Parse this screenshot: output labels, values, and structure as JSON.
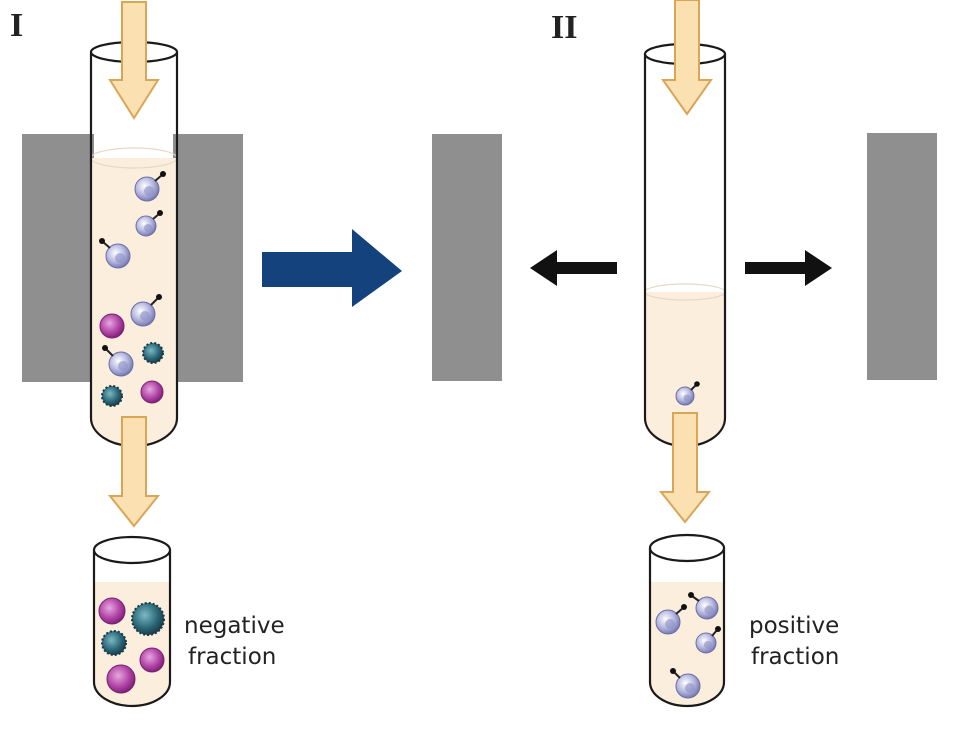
{
  "steps": {
    "step1": "I",
    "step2": "II"
  },
  "labels": {
    "negative_line1": "negative",
    "negative_line2": "fraction",
    "positive_line1": "positive",
    "positive_line2": "fraction"
  },
  "colors": {
    "magnet": "#8f8f8f",
    "liquid": "#fbeedd",
    "flow_arrow_fill": "#fbe0b2",
    "flow_arrow_stroke": "#d9a657",
    "process_arrow": "#13427d",
    "field_arrow": "#111111",
    "labeled_cell": "#a9acd6",
    "unlabeled_cell_magenta": "#b246a7",
    "unlabeled_cell_teal": "#2e6a7a",
    "tube_stroke": "#1a1a1a"
  },
  "icons": {
    "labeled_cell": "magnetically-labeled-cell-icon",
    "magenta_cell": "unlabeled-magenta-cell-icon",
    "teal_cell": "unlabeled-teal-cell-icon"
  }
}
